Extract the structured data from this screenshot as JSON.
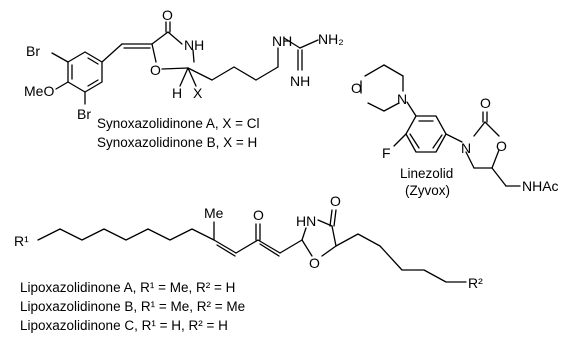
{
  "captions": {
    "synox_a": "Synoxazolidinone A, X = Cl",
    "synox_b": "Synoxazolidinone B, X = H",
    "linezolid": "Linezolid",
    "zyvox": "(Zyvox)",
    "lipox_a": "Lipoxazolidinone A, R¹ = Me, R² = H",
    "lipox_b": "Lipoxazolidinone B, R¹ = Me, R² = Me",
    "lipox_c": "Lipoxazolidinone C, R¹ = H, R² = H"
  },
  "atoms": {
    "br": "Br",
    "meo": "MeO",
    "o": "O",
    "n": "N",
    "f": "F",
    "nh": "NH",
    "hn": "HN",
    "h": "H",
    "x": "X",
    "me": "Me",
    "nh2": "NH₂",
    "nhac": "NHAc",
    "r1": "R¹",
    "r2": "R²"
  }
}
